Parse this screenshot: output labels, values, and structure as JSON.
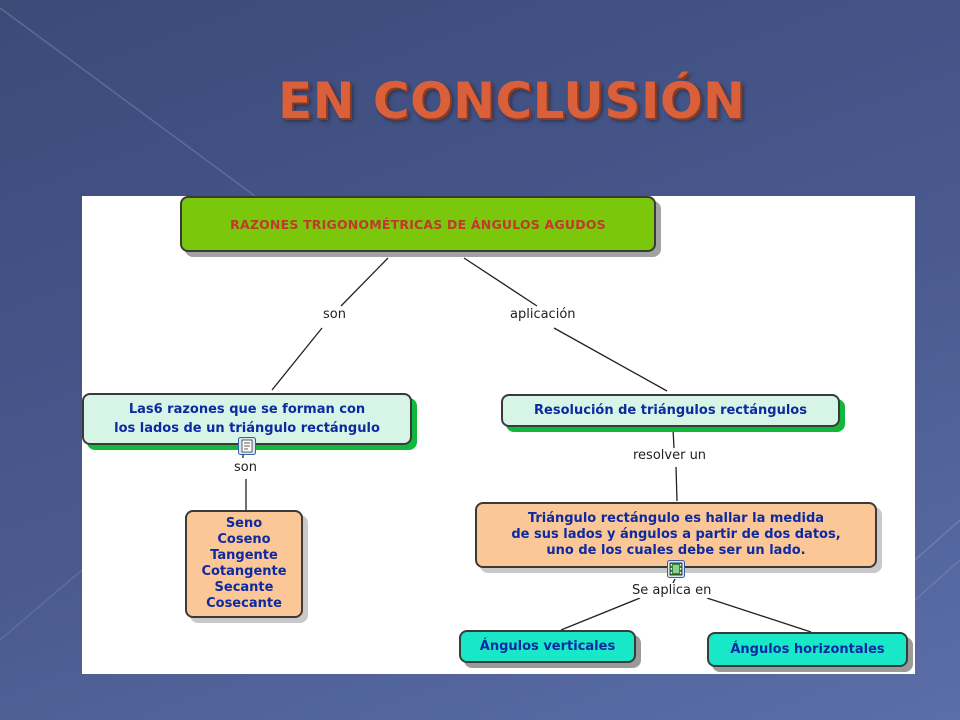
{
  "slide": {
    "title": "EN CONCLUSIÓN"
  },
  "concept_map": {
    "root": "RAZONES TRIGONOMÉTRICAS DE ÁNGULOS AGUDOS",
    "links": {
      "son_1": "son",
      "aplicacion": "aplicación",
      "son_2": "son",
      "resolver_un": "resolver un",
      "se_aplica_en": "Se aplica en"
    },
    "six_ratios": {
      "lines": [
        "Las6 razones  que se forman con",
        "los lados de un triángulo rectángulo"
      ]
    },
    "ratios_list": [
      "Seno",
      "Coseno",
      "Tangente",
      "Cotangente",
      "Secante",
      "Cosecante"
    ],
    "resolution": "Resolución de triángulos rectángulos",
    "definition": {
      "lines": [
        "Triángulo rectángulo es hallar la medida",
        "de sus lados y ángulos a partir de dos datos,",
        "uno de los cuales debe ser un lado."
      ]
    },
    "angles": {
      "vertical": "Ángulos verticales",
      "horizontal": "Ángulos horizontales"
    },
    "colors": {
      "root_fill": "#7ac70c",
      "root_text": "#c0392b",
      "mint_fill": "#d6f5e6",
      "peach_fill": "#fbc797",
      "teal_fill": "#18e8c8",
      "node_text": "#0d2aa0",
      "title": "#d9603a"
    },
    "icons": [
      "document-resource-icon",
      "film-resource-icon"
    ]
  }
}
